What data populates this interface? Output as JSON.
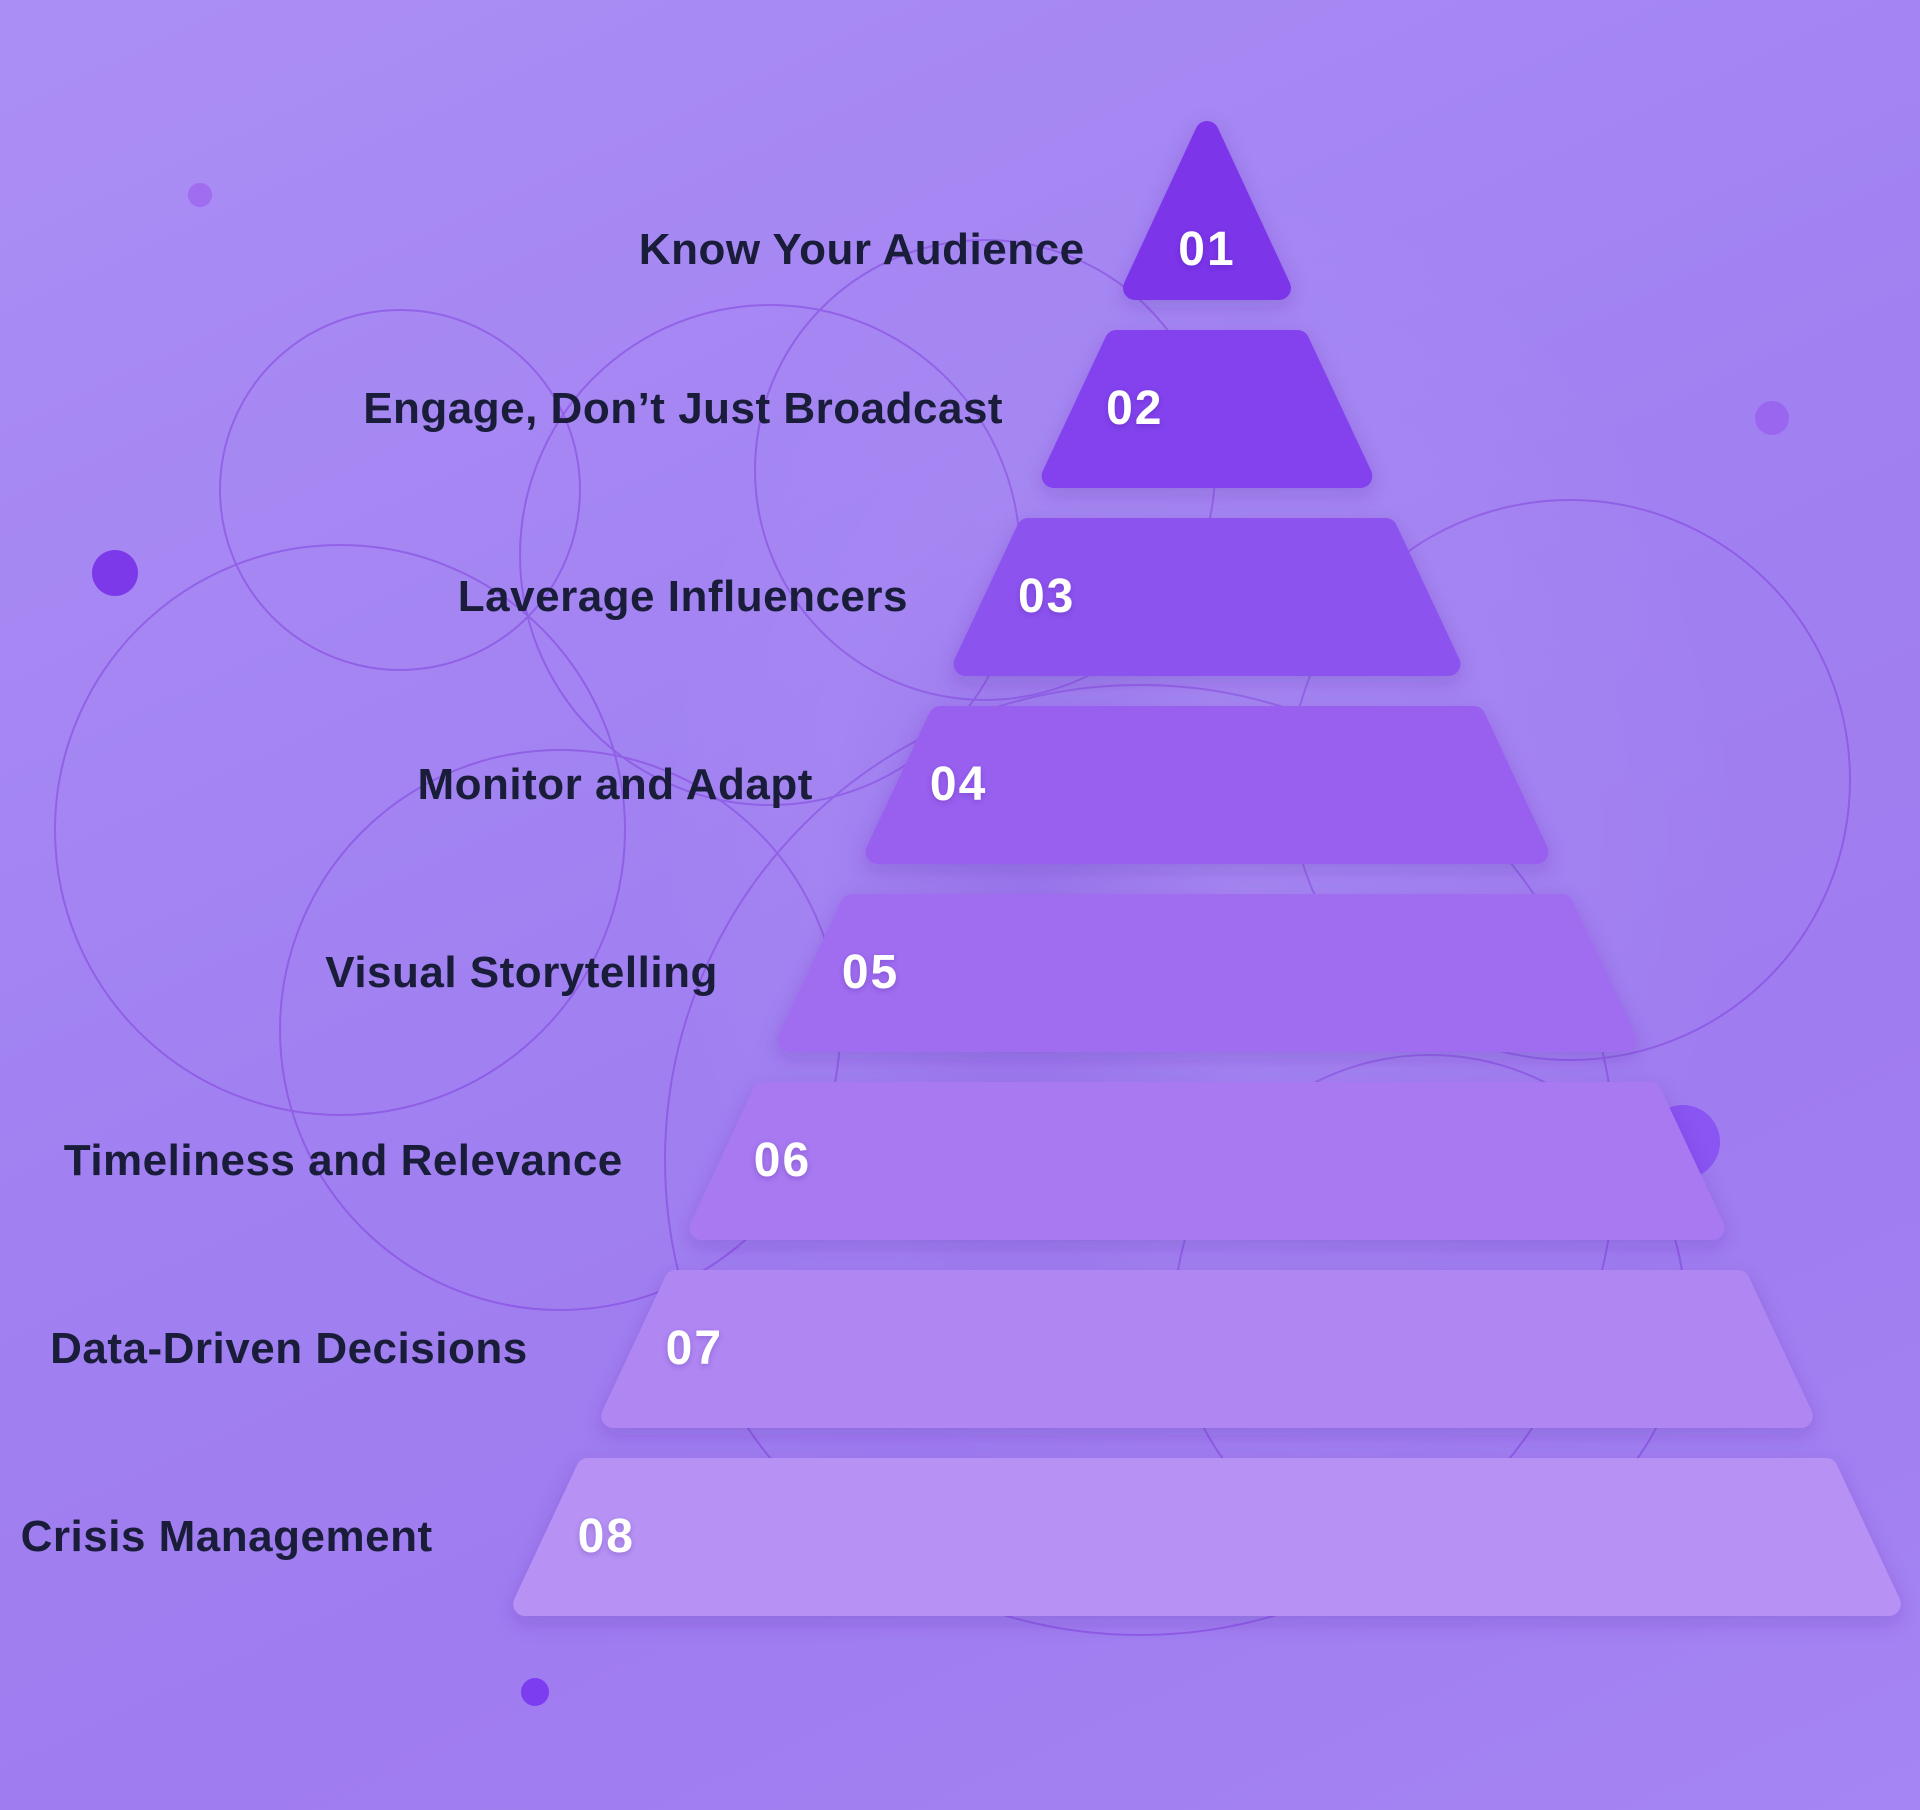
{
  "pyramid": {
    "levels": [
      {
        "number": "01",
        "label": "Know Your Audience",
        "color": "#7c35e9"
      },
      {
        "number": "02",
        "label": "Engage, Don’t Just Broadcast",
        "color": "#8343ed"
      },
      {
        "number": "03",
        "label": "Laverage Influencers",
        "color": "#8d52ee"
      },
      {
        "number": "04",
        "label": "Monitor and Adapt",
        "color": "#9961ef"
      },
      {
        "number": "05",
        "label": "Visual Storytelling",
        "color": "#a06df0"
      },
      {
        "number": "06",
        "label": "Timeliness and Relevance",
        "color": "#a879f1"
      },
      {
        "number": "07",
        "label": "Data-Driven Decisions",
        "color": "#b086f3"
      },
      {
        "number": "08",
        "label": "Crisis Management",
        "color": "#b792f4"
      }
    ]
  },
  "theme": {
    "background_top": "#ab8ef5",
    "background_bottom": "#a07cf0",
    "label_color": "#191d3a",
    "number_color": "#ffffff",
    "decor_circle_stroke": "#7a36d9"
  }
}
